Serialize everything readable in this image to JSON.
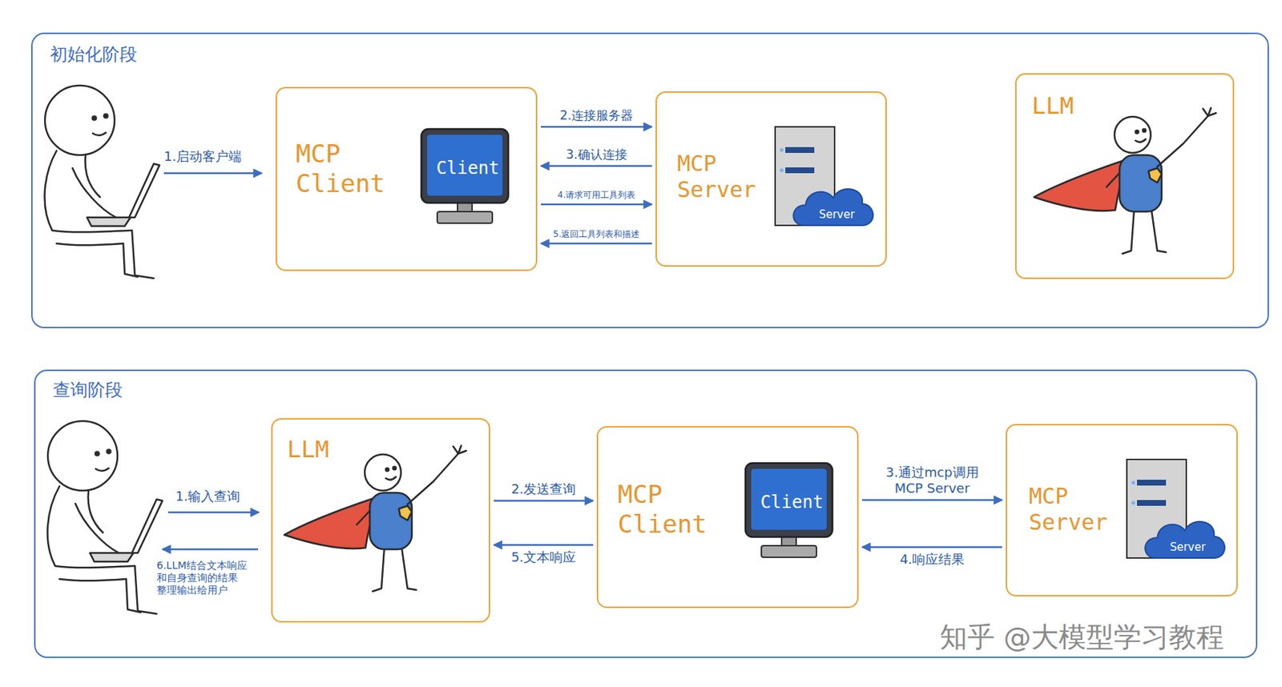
{
  "diagram": {
    "nodes": [
      {
        "text": [
          "初始化阶段"
        ]
      },
      {
        "text": [
          "MCP Client",
          "Client"
        ],
        "in": 0
      },
      {
        "text": [
          "MCP Server",
          "Server"
        ],
        "in": 0
      },
      {
        "text": [
          "LLM"
        ],
        "in": 0
      },
      {
        "text": [
          "查询阶段"
        ]
      },
      {
        "text": [
          "LLM"
        ],
        "in": 4
      },
      {
        "text": [
          "MCP Client",
          "Client"
        ],
        "in": 4
      },
      {
        "text": [
          "MCP Server",
          "Server"
        ],
        "in": 4
      }
    ],
    "edges": [
      {
        "from": 1,
        "to": 2,
        "label": "2.连接服务器",
        "arrow": "to"
      },
      {
        "from": 2,
        "to": 1,
        "label": "3.确认连接",
        "arrow": "to"
      },
      {
        "from": 1,
        "to": 2,
        "label": "4.请求可用工具列表",
        "arrow": "to"
      },
      {
        "from": 2,
        "to": 1,
        "label": "5.返回工具列表和描述",
        "arrow": "to"
      },
      {
        "from": 5,
        "to": 6,
        "label": "2.发送查询",
        "arrow": "to"
      },
      {
        "from": 6,
        "to": 5,
        "label": "5.文本响应",
        "arrow": "to"
      },
      {
        "from": 6,
        "to": 7,
        "label": "3.通过mcp调用 MCP Server",
        "arrow": "to"
      },
      {
        "from": 7,
        "to": 6,
        "label": "4.响应结果",
        "arrow": "to"
      }
    ],
    "labels": [
      "1.启动客户端",
      "1.输入查询",
      "6.LLM结合文本响应 和自身查询的结果 整理输出给用户",
      "知乎 @大模型学习教程"
    ]
  }
}
